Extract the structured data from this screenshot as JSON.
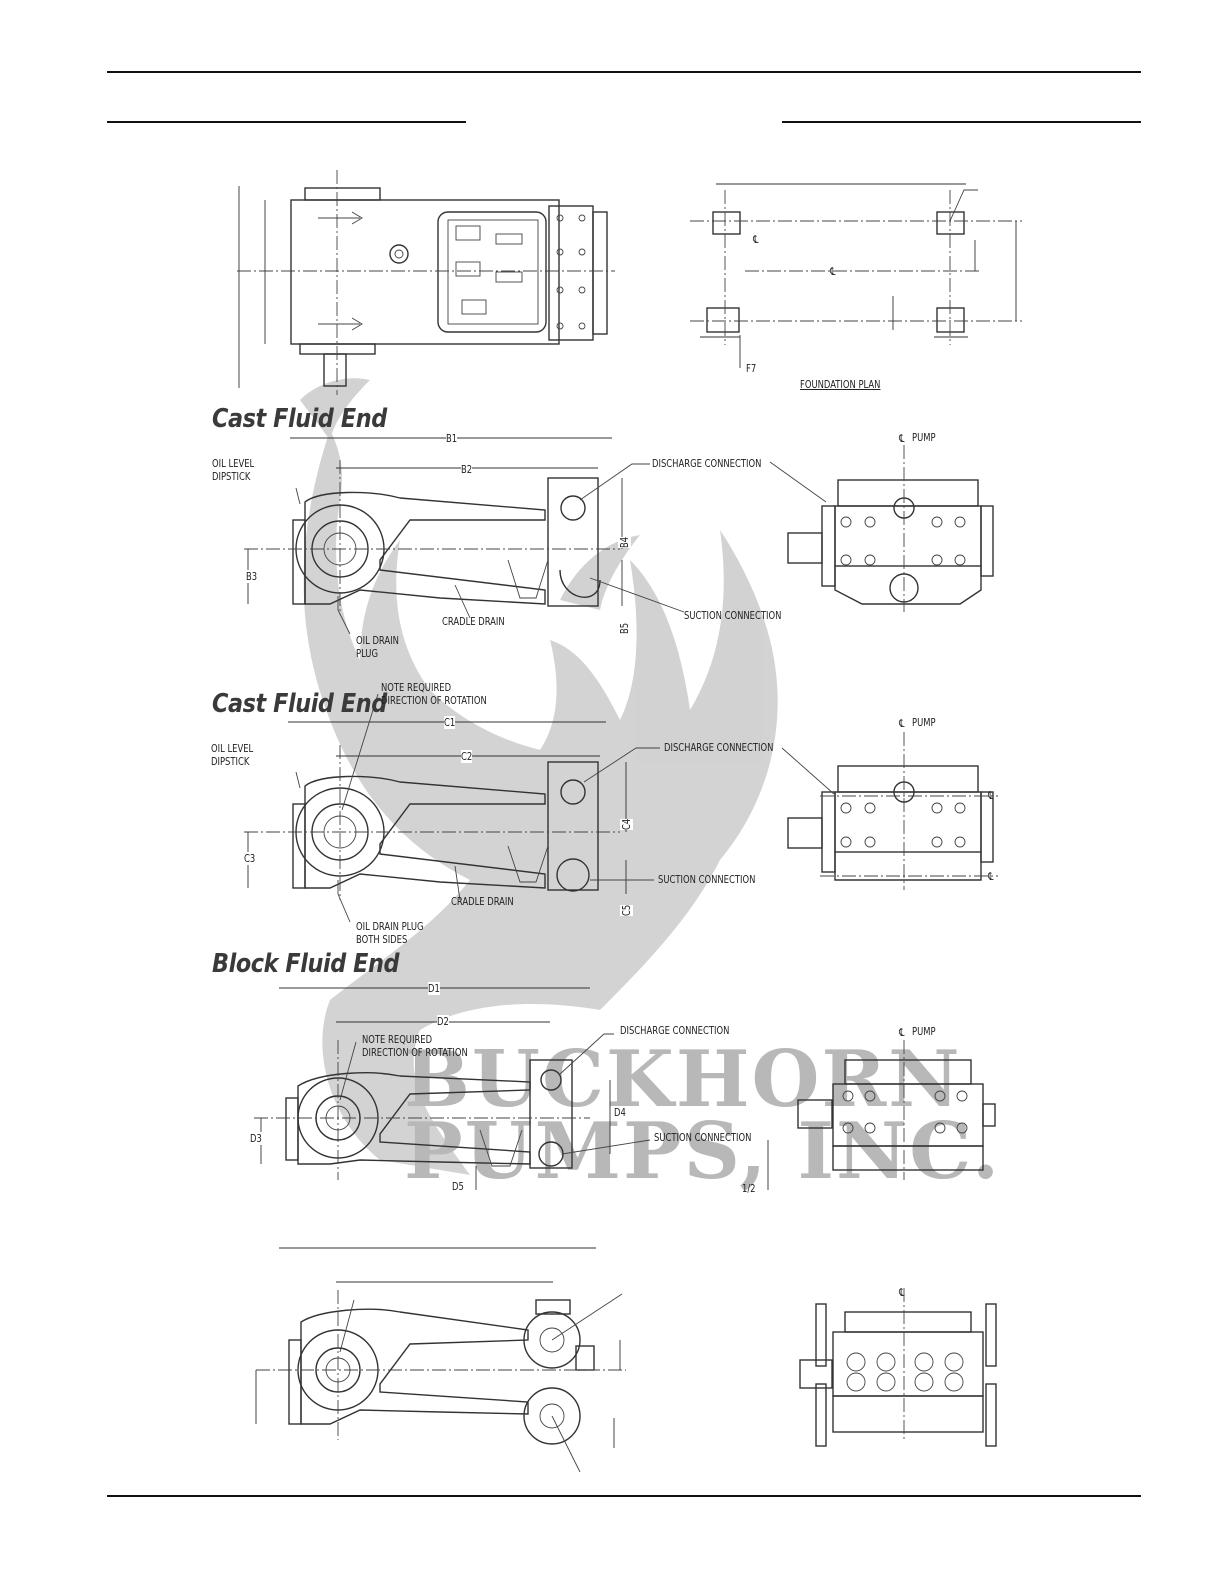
{
  "sections": {
    "cast_1": "Cast Fluid End",
    "cast_2": "Cast Fluid End",
    "block": "Block Fluid End"
  },
  "labels": {
    "foundation_plan": "FOUNDATION PLAN",
    "f7": "F7",
    "pump": "PUMP",
    "cl_symbol": "℄",
    "b1": "B1",
    "b2": "B2",
    "b3": "B3",
    "b4": "B4",
    "b5": "B5",
    "c1": "C1",
    "c2": "C2",
    "c3": "C3",
    "c4": "C4",
    "c5": "C5",
    "d1": "D1",
    "d2": "D2",
    "d3": "D3",
    "d4": "D4",
    "d5": "D5",
    "half": "1/2",
    "oil_level_dipstick": "OIL LEVEL\nDIPSTICK",
    "oil_drain_plug": "OIL DRAIN\nPLUG",
    "oil_drain_plug_both": "OIL DRAIN PLUG\nBOTH SIDES",
    "cradle_drain": "CRADLE DRAIN",
    "discharge_connection": "DISCHARGE CONNECTION",
    "suction_connection": "SUCTION CONNECTION",
    "note_rotation": "NOTE REQUIRED\nDIRECTION OF ROTATION"
  },
  "watermark": {
    "line1": "BUCKHORN",
    "line2": "PUMPS, INC."
  }
}
